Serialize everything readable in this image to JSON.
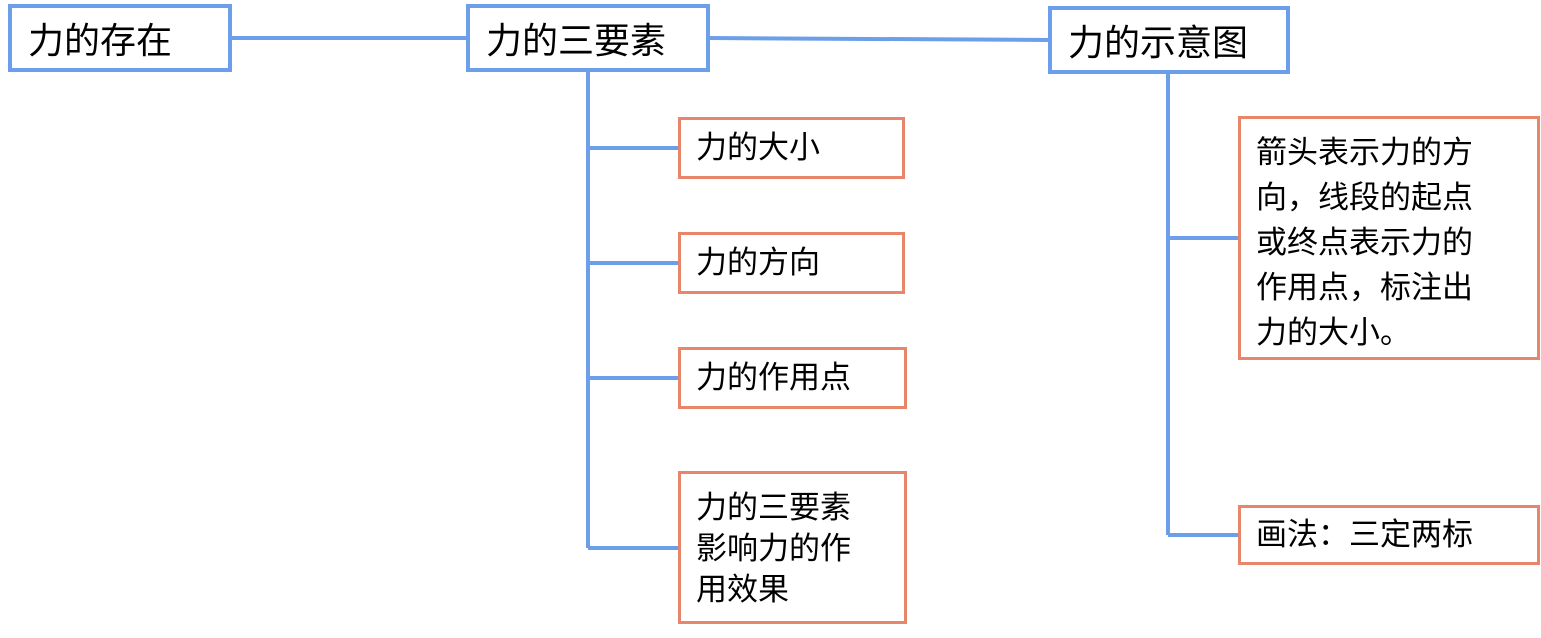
{
  "colors": {
    "main_border": "#6d9eea",
    "sub_border": "#e8866b",
    "connector": "#6d9eea"
  },
  "nodes": {
    "existence": "力的存在",
    "three_elements": "力的三要素",
    "diagram": "力的示意图",
    "magnitude": "力的大小",
    "direction": "力的方向",
    "point_of_application": "力的作用点",
    "effect": "力的三要素\n影响力的作\n用效果",
    "arrow_description": "箭头表示力的方\n向，线段的起点\n或终点表示力的\n作用点，标注出\n力的大小。",
    "drawing_method": "画法：三定两标"
  }
}
